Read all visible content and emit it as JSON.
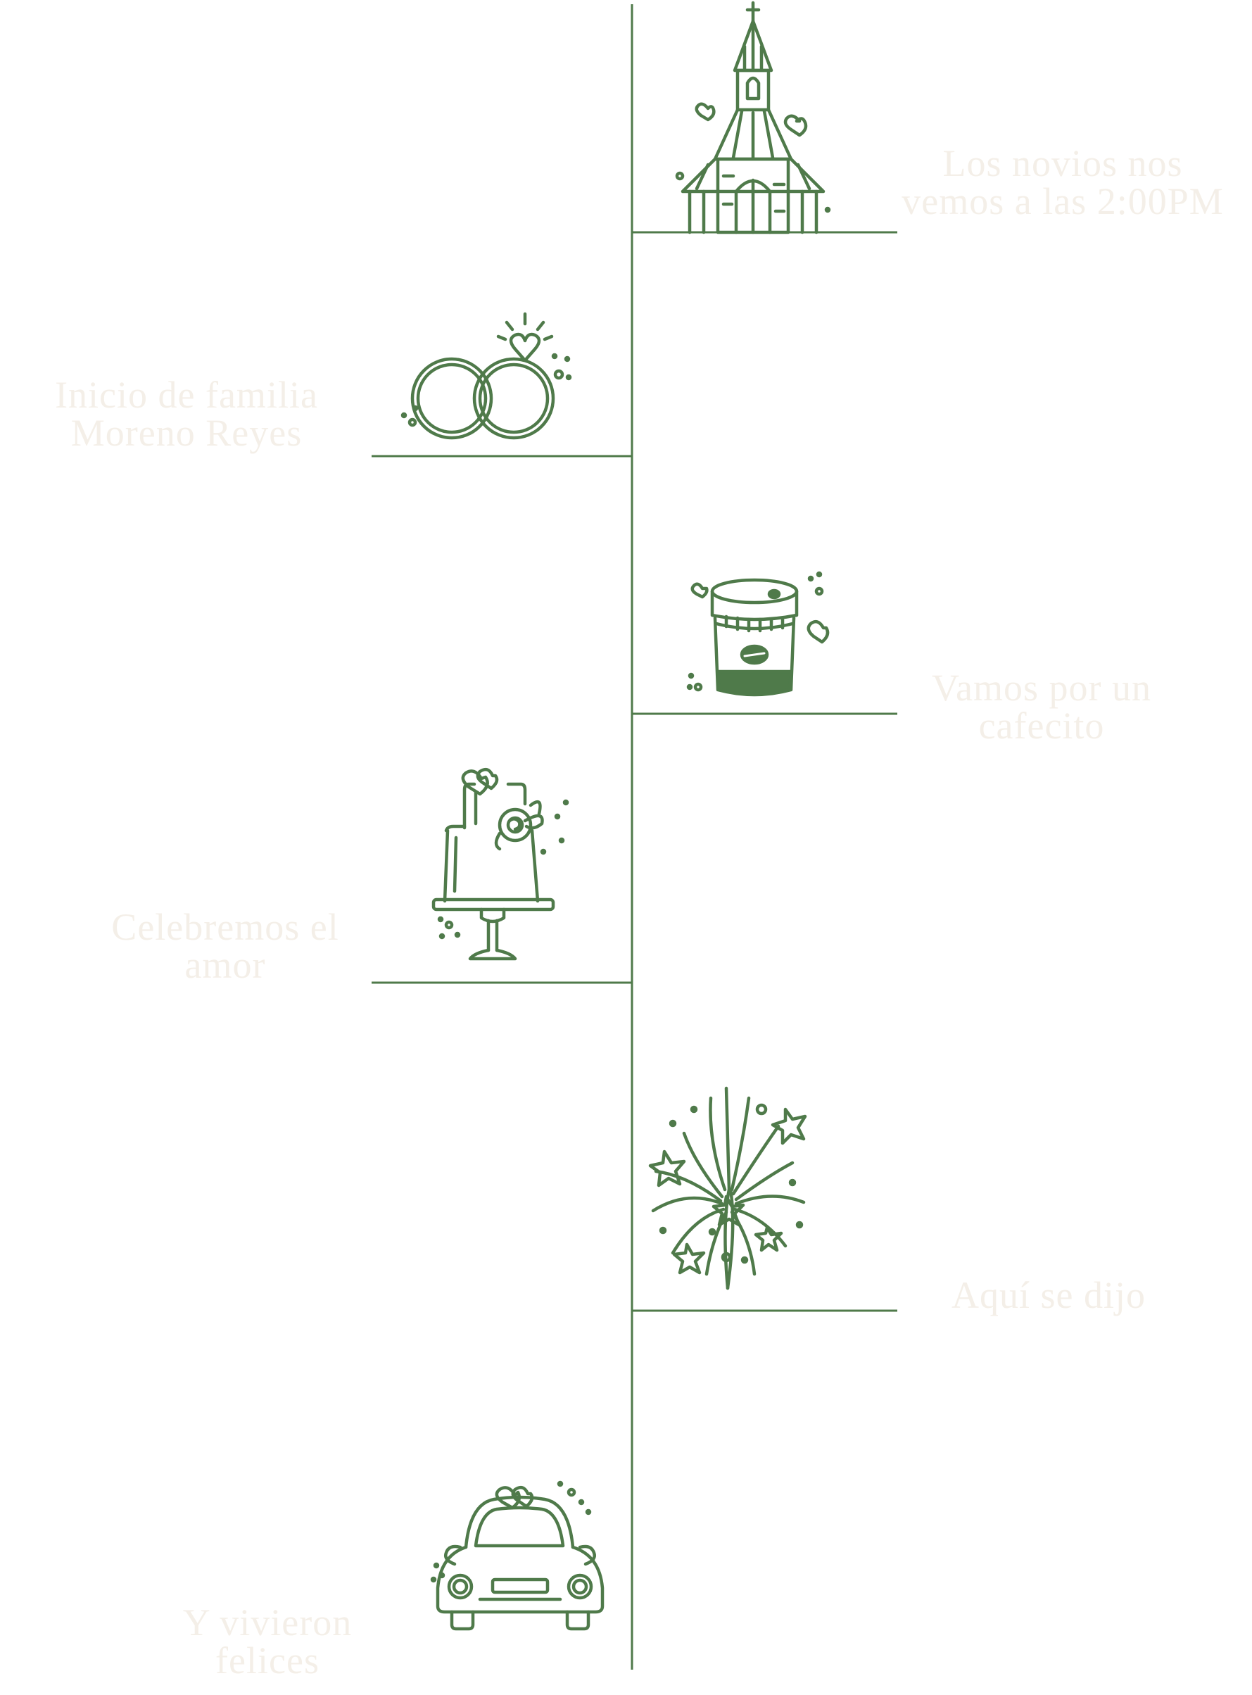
{
  "colors": {
    "line": "#4f7a4a",
    "text": "#f4efe8",
    "background": "#ffffff"
  },
  "timeline": {
    "events": [
      {
        "icon": "church-icon",
        "text": "Los novios nos vemos a las 2:00PM"
      },
      {
        "icon": "wedding-rings-icon",
        "text": "Inicio de familia Moreno Reyes"
      },
      {
        "icon": "coffee-cup-icon",
        "text": "Vamos por un cafecito"
      },
      {
        "icon": "wedding-cake-icon",
        "text": "Celebremos el amor"
      },
      {
        "icon": "fireworks-icon",
        "text": "Aquí se dijo"
      },
      {
        "icon": "wedding-car-icon",
        "text": "Y vivieron felices"
      }
    ]
  }
}
